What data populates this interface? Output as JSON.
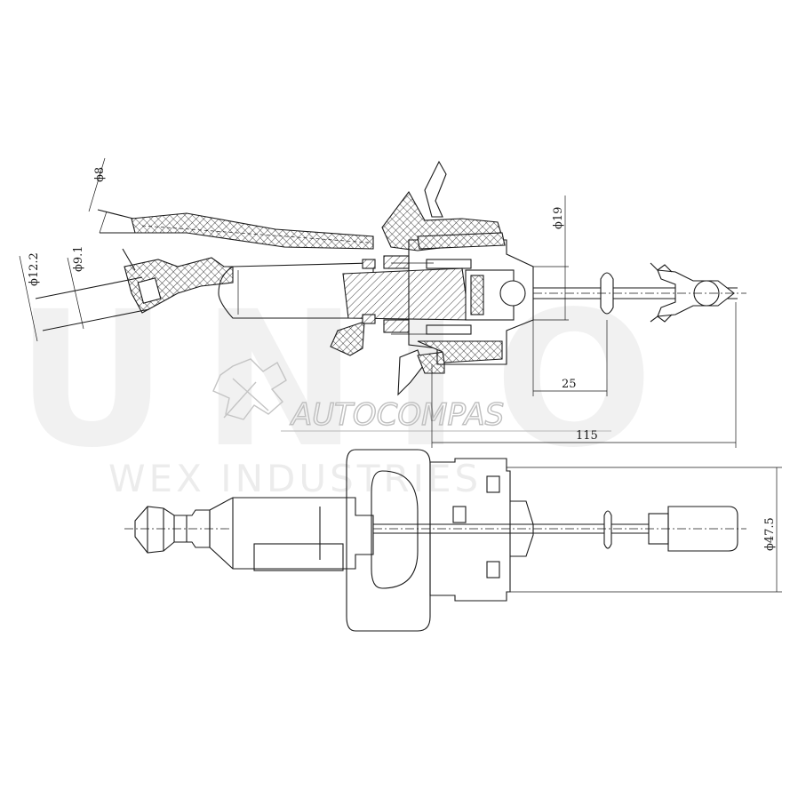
{
  "watermark": {
    "big": "UNIO",
    "brand": "AUTOCOMPAS",
    "sub": "WEX INDUSTRIES"
  },
  "dimensions": {
    "d8": "ϕ8",
    "d9_1": "ϕ9.1",
    "d12_2": "ϕ12.2",
    "d19": "ϕ19",
    "l25": "25",
    "l115": "115",
    "d47_5": "ϕ47.5"
  }
}
